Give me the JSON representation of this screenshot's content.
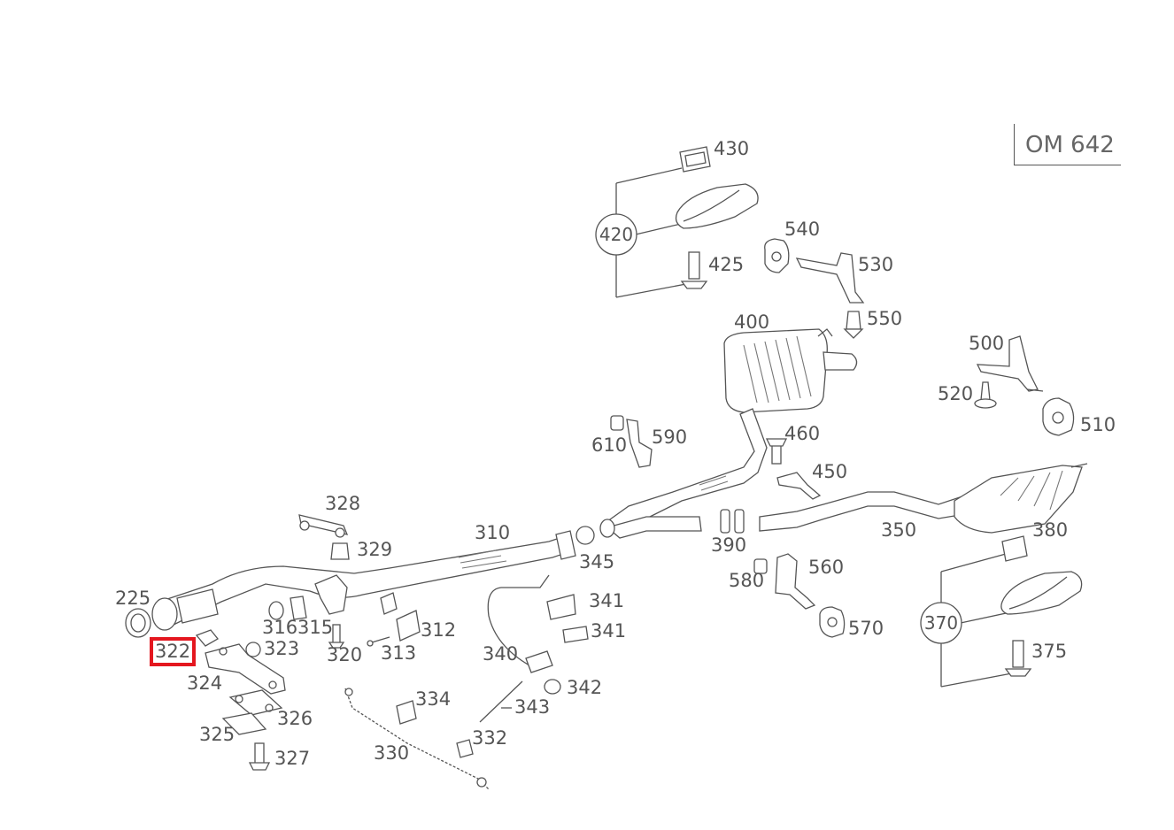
{
  "engine_code": "OM 642",
  "highlighted_part": "322",
  "callouts": [
    "420",
    "370"
  ],
  "labels": [
    {
      "id": "430",
      "text": "430"
    },
    {
      "id": "420",
      "text": "420"
    },
    {
      "id": "425",
      "text": "425"
    },
    {
      "id": "540",
      "text": "540"
    },
    {
      "id": "530",
      "text": "530"
    },
    {
      "id": "550",
      "text": "550"
    },
    {
      "id": "400",
      "text": "400"
    },
    {
      "id": "500",
      "text": "500"
    },
    {
      "id": "520",
      "text": "520"
    },
    {
      "id": "510",
      "text": "510"
    },
    {
      "id": "460",
      "text": "460"
    },
    {
      "id": "610",
      "text": "610"
    },
    {
      "id": "590",
      "text": "590"
    },
    {
      "id": "450",
      "text": "450"
    },
    {
      "id": "328",
      "text": "328"
    },
    {
      "id": "310",
      "text": "310"
    },
    {
      "id": "329",
      "text": "329"
    },
    {
      "id": "345",
      "text": "345"
    },
    {
      "id": "390",
      "text": "390"
    },
    {
      "id": "350",
      "text": "350"
    },
    {
      "id": "380",
      "text": "380"
    },
    {
      "id": "560",
      "text": "560"
    },
    {
      "id": "580",
      "text": "580"
    },
    {
      "id": "225",
      "text": "225"
    },
    {
      "id": "316",
      "text": "316"
    },
    {
      "id": "315",
      "text": "315"
    },
    {
      "id": "312",
      "text": "312"
    },
    {
      "id": "341a",
      "text": "341"
    },
    {
      "id": "341b",
      "text": "341"
    },
    {
      "id": "570",
      "text": "570"
    },
    {
      "id": "370",
      "text": "370"
    },
    {
      "id": "322",
      "text": "322"
    },
    {
      "id": "323",
      "text": "323"
    },
    {
      "id": "320",
      "text": "320"
    },
    {
      "id": "313",
      "text": "313"
    },
    {
      "id": "340",
      "text": "340"
    },
    {
      "id": "375",
      "text": "375"
    },
    {
      "id": "324",
      "text": "324"
    },
    {
      "id": "342",
      "text": "342"
    },
    {
      "id": "334",
      "text": "334"
    },
    {
      "id": "343",
      "text": "343"
    },
    {
      "id": "326",
      "text": "326"
    },
    {
      "id": "325",
      "text": "325"
    },
    {
      "id": "332",
      "text": "332"
    },
    {
      "id": "327",
      "text": "327"
    },
    {
      "id": "330",
      "text": "330"
    }
  ]
}
